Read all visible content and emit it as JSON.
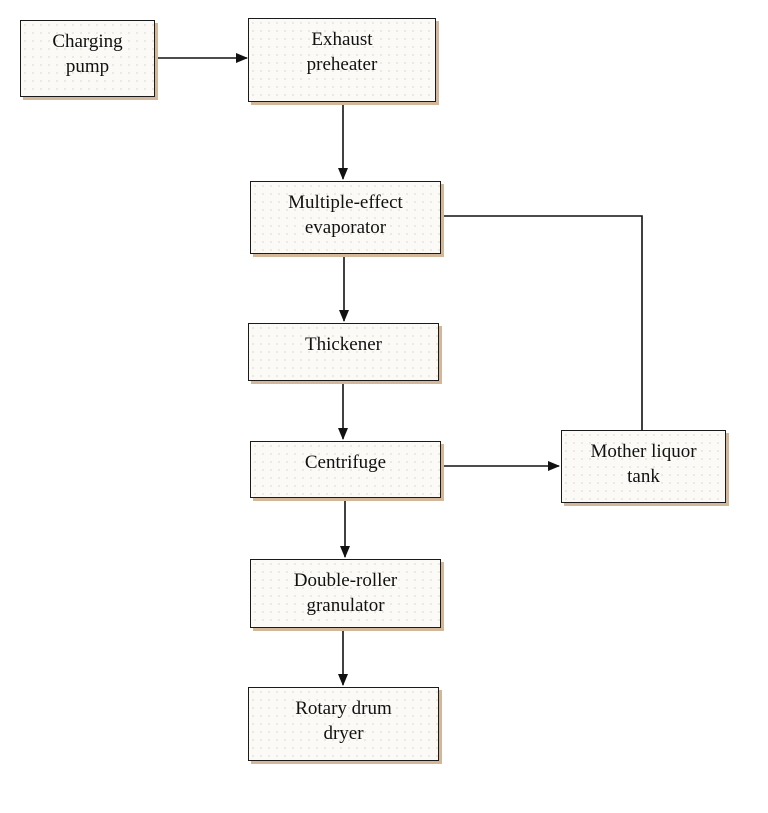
{
  "nodes": {
    "charging_pump": "Charging\npump",
    "exhaust_preheater": "Exhaust\npreheater",
    "multiple_effect_evaporator": "Multiple-effect\nevaporator",
    "thickener": "Thickener",
    "centrifuge": "Centrifuge",
    "mother_liquor_tank": "Mother liquor\ntank",
    "double_roller_granulator": "Double-roller\ngranulator",
    "rotary_drum_dryer": "Rotary drum\ndryer"
  },
  "edges": [
    {
      "from": "charging_pump",
      "to": "exhaust_preheater"
    },
    {
      "from": "exhaust_preheater",
      "to": "multiple_effect_evaporator"
    },
    {
      "from": "multiple_effect_evaporator",
      "to": "thickener"
    },
    {
      "from": "thickener",
      "to": "centrifuge"
    },
    {
      "from": "centrifuge",
      "to": "mother_liquor_tank"
    },
    {
      "from": "mother_liquor_tank",
      "to": "multiple_effect_evaporator"
    },
    {
      "from": "centrifuge",
      "to": "double_roller_granulator"
    },
    {
      "from": "double_roller_granulator",
      "to": "rotary_drum_dryer"
    }
  ],
  "colors": {
    "line": "#111111",
    "box_fill": "#fbfaf6",
    "box_shadow": "#d2b79a"
  }
}
